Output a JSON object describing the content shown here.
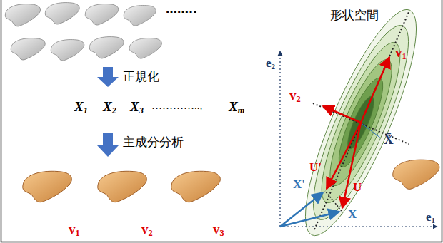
{
  "diagram": {
    "labels": [
      "……..",
      "正規化",
      "X1",
      "X2",
      "X3",
      "…………..,",
      "Xm",
      "主成分分析",
      "v1",
      "v2",
      "v3",
      "形状空間",
      "e2",
      "v1",
      "v2",
      "X̄",
      "U'",
      "U",
      "X'",
      "X",
      "e1"
    ]
  }
}
